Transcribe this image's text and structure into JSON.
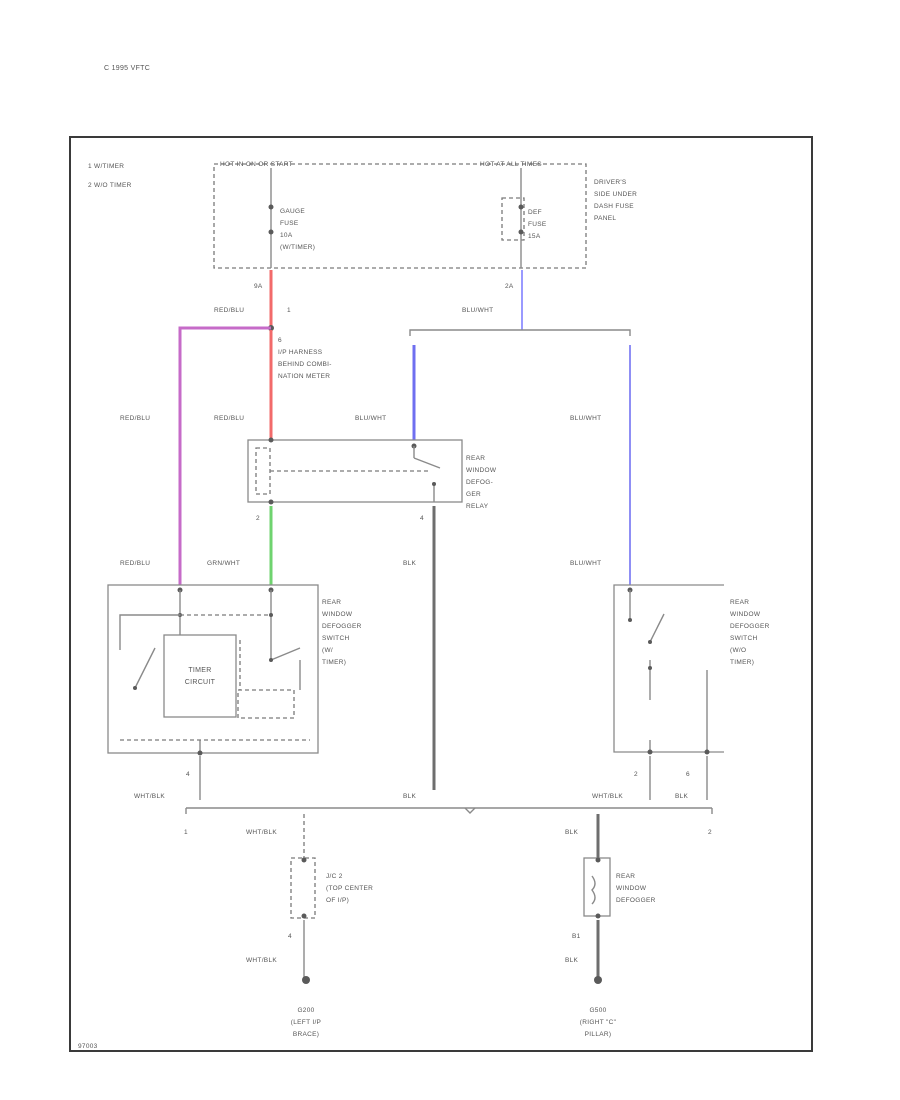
{
  "header": {
    "label": "C 1995 VFTC"
  },
  "legend": {
    "items": [
      "1 W/TIMER",
      "2 W/O TIMER"
    ]
  },
  "colors": {
    "red": "#f26a6a",
    "pink": "#c66bc8",
    "green": "#6fd36f",
    "blue": "#6f6ff0",
    "black": "#6e6e6e"
  },
  "fuse_box": {
    "hot_at_all_times": "HOT AT ALL TIMES",
    "hot_in_on_or_start": "HOT IN ON OR START",
    "gauge_fuse": [
      "GAUGE",
      "FUSE",
      "10A",
      "(W/TIMER)"
    ],
    "defog_fuse": [
      "DEF",
      "FUSE",
      "15A"
    ],
    "panel_note": [
      "DRIVER'S",
      "SIDE UNDER",
      "DASH FUSE",
      "PANEL"
    ],
    "pin_left": "9A",
    "pin_right": "2A"
  },
  "connector": {
    "pin": "1",
    "pin_b": "6",
    "text": [
      "I/P HARNESS",
      "BEHIND COMBI-",
      "NATION METER"
    ]
  },
  "wire_labels": {
    "red_blu_top": "RED/BLU",
    "blu_wht_top": "BLU/WHT",
    "red_blu_left": "RED/BLU",
    "red_blu_mid": "RED/BLU",
    "blu_wht_mid": "BLU/WHT",
    "blu_wht_right": "BLU/WHT",
    "red_blu_low": "RED/BLU",
    "grn_wht": "GRN/WHT",
    "blk_mid": "BLK",
    "blu_wht_low": "BLU/WHT",
    "wht_blk_left": "WHT/BLK",
    "blk_bus": "BLK",
    "wht_blk_right": "WHT/BLK",
    "blk_right": "BLK",
    "wht_blk_jc": "WHT/BLK",
    "blk_def": "BLK",
    "wht_blk_g": "WHT/BLK",
    "blk_g": "BLK"
  },
  "relay": {
    "label": [
      "REAR",
      "WINDOW",
      "DEFOG-",
      "GER",
      "RELAY"
    ],
    "pin_a": "2",
    "pin_b": "4"
  },
  "switch_timer": {
    "label": [
      "REAR",
      "WINDOW",
      "DEFOGGER",
      "SWITCH",
      "(W/",
      "TIMER)"
    ],
    "circuit": [
      "TIMER",
      "CIRCUIT"
    ],
    "pin": "4"
  },
  "switch_no_timer": {
    "label": [
      "REAR",
      "WINDOW",
      "DEFOGGER",
      "SWITCH",
      "(W/O",
      "TIMER)"
    ],
    "pin_a": "2",
    "pin_b": "6"
  },
  "bus": {
    "left_tag": "1",
    "right_tag": "2"
  },
  "junction": {
    "label": [
      "J/C 2",
      "(TOP CENTER",
      "OF I/P)"
    ],
    "pin": "4"
  },
  "defogger": {
    "label": [
      "REAR",
      "WINDOW",
      "DEFOGGER"
    ],
    "pin": "B1"
  },
  "grounds": {
    "left": [
      "G200",
      "(LEFT I/P",
      "BRACE)"
    ],
    "right": [
      "G500",
      "(RIGHT \"C\"",
      "PILLAR)"
    ]
  },
  "footer": {
    "code": "97003"
  }
}
